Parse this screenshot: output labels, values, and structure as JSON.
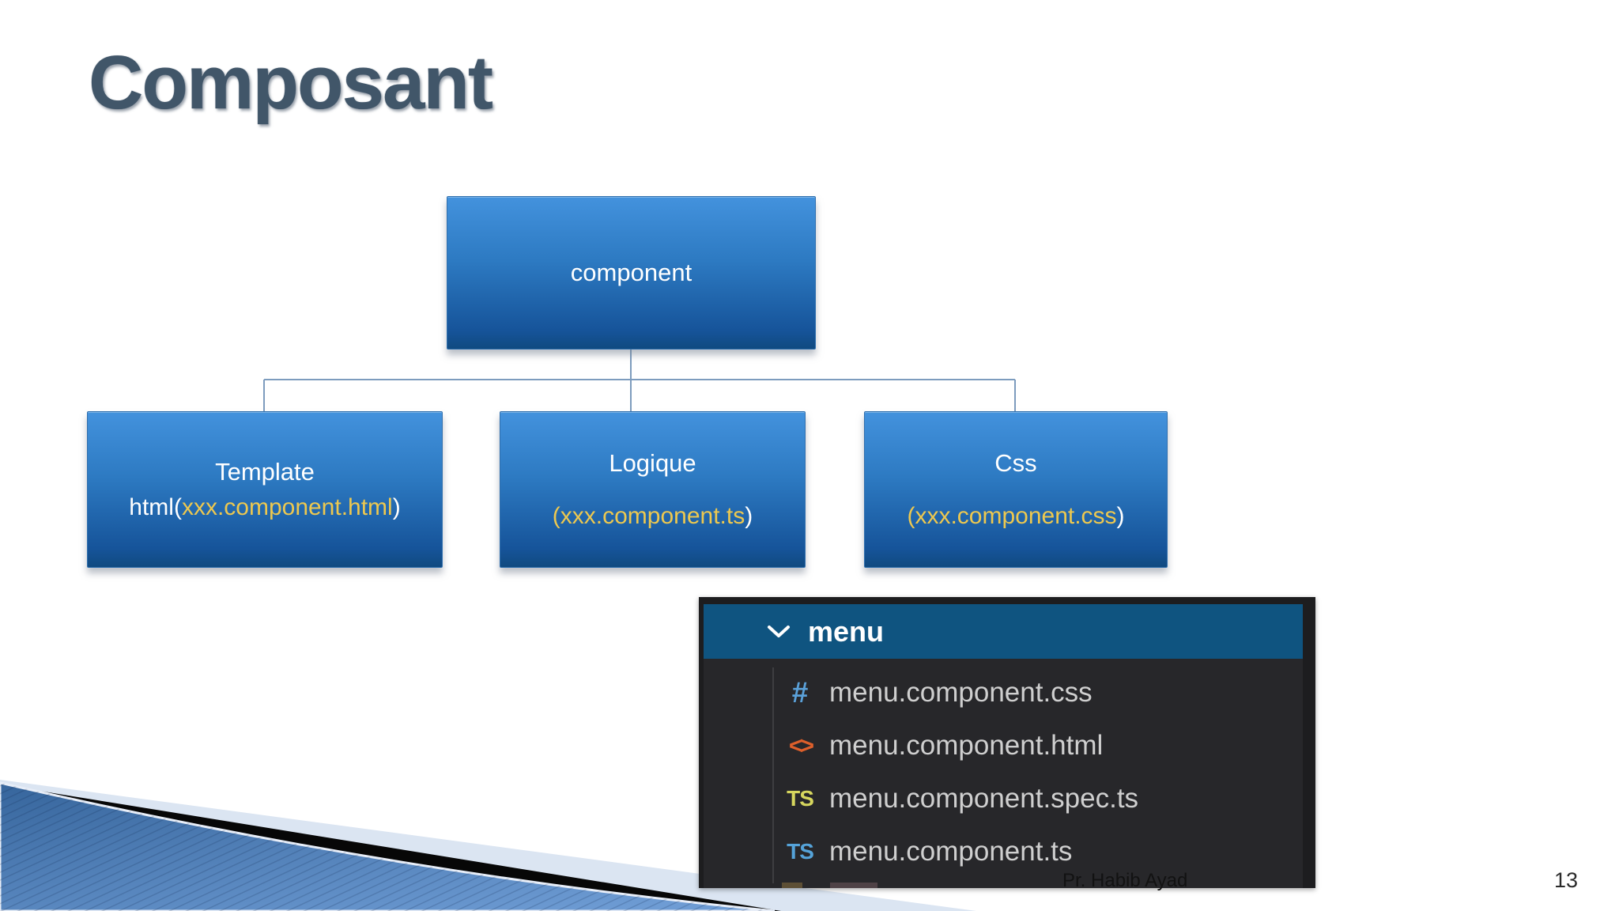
{
  "slide": {
    "title": "Composant",
    "footer": "Pr. Habib Ayad",
    "page_number": "13"
  },
  "diagram": {
    "root": {
      "label": "component"
    },
    "children": [
      {
        "id": "template",
        "line1": "Template",
        "line2_prefix": "html(",
        "line2_accent": "xxx.component.html",
        "line2_suffix": ")"
      },
      {
        "id": "logique",
        "line1": "Logique",
        "line2_prefix": "",
        "line2_accent": "(xxx.component.ts",
        "line2_suffix": ")"
      },
      {
        "id": "css",
        "line1": "Css",
        "line2_prefix": "",
        "line2_accent": "(xxx.component.css",
        "line2_suffix": ")"
      }
    ],
    "colors": {
      "box_gradient_top": "#4392dd",
      "box_gradient_bottom": "#104a80",
      "accent_text": "#edc84f",
      "connector": "#7d9cbe"
    }
  },
  "explorer": {
    "folder": {
      "label": "menu"
    },
    "files": [
      {
        "name": "menu.component.css",
        "icon": "css-icon",
        "glyph": "#",
        "color": "#5aa0d8"
      },
      {
        "name": "menu.component.html",
        "icon": "html-icon",
        "glyph": "<>",
        "color": "#dd5f2b"
      },
      {
        "name": "menu.component.spec.ts",
        "icon": "ts-spec-icon",
        "glyph": "TS",
        "color": "#d6d65e"
      },
      {
        "name": "menu.component.ts",
        "icon": "ts-icon",
        "glyph": "TS",
        "color": "#55a3d9"
      }
    ],
    "colors": {
      "header_bg": "#0f5480",
      "panel_bg": "#27272a",
      "text": "#cfcfcf"
    }
  },
  "decoration": {
    "pale_blue": "#dbe5f2",
    "black": "#070707",
    "blue_dark": "#36659c",
    "blue_light": "#6e9cd4"
  }
}
